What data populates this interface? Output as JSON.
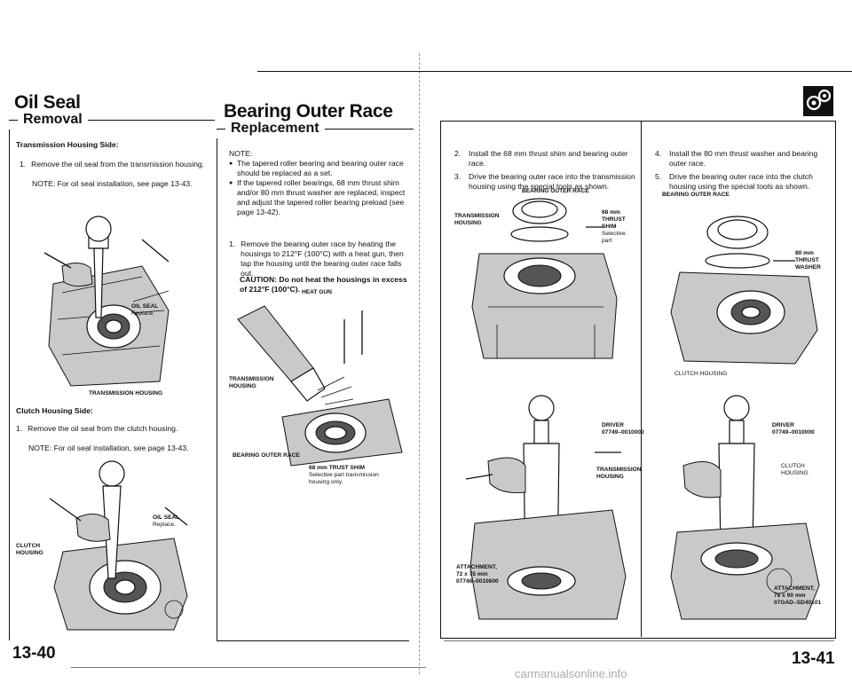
{
  "left_page": {
    "title": "Oil Seal",
    "section": "Removal",
    "tm_side_heading": "Transmission Housing Side:",
    "tm_step": "1.",
    "tm_step_text": "Remove the oil seal from the transmission housing.",
    "tm_note": "NOTE:  For oil seal installation, see page 13-43.",
    "fig1_label_title": "OIL SEAL",
    "fig1_label_sub": "Replace.",
    "fig1_caption": "TRANSMISSION HOUSING",
    "clutch_side_heading": "Clutch Housing Side:",
    "clutch_step": "1.",
    "clutch_step_text": "Remove the oil seal from the clutch housing.",
    "clutch_note": "NOTE:  For oil seal installation, see page 13-43.",
    "fig2_label_title": "OIL SEAL",
    "fig2_label_sub": "Replace.",
    "fig2_clutch_label": "CLUTCH\nHOUSING",
    "page_number": "13-40"
  },
  "mid_page": {
    "title": "Bearing Outer Race",
    "section": "Replacement",
    "note_head": "NOTE:",
    "note_items": [
      "The tapered roller bearing and bearing outer race should be replaced as a set.",
      "If the tapered roller bearings, 68 mm thrust shim and/or 80 mm thrust washer are replaced, inspect and adjust the tapered roller bearing preload (see page 13-42)."
    ],
    "step": "1.",
    "step_text": "Remove the bearing outer race by heating the housings to 212°F (100°C) with a heat gun, then tap the housing until the bearing outer race falls out.",
    "caution": "CAUTION:  Do not heat the housings in excess of 212°F (100°C).",
    "fig_heat_gun": "HEAT GUN",
    "fig_tm_housing": "TRANSMISSION\nHOUSING",
    "fig_bearing_race": "BEARING OUTER RACE",
    "fig_shim_title": "68 mm TRUST SHIM",
    "fig_shim_sub": "Selective part transmission\nhousing only."
  },
  "right_page": {
    "steps_a": [
      {
        "n": "2.",
        "text": "Install the 68 mm thrust shim and bearing outer race."
      },
      {
        "n": "3.",
        "text": "Drive the bearing outer race into the transmission housing using the special tools as shown."
      }
    ],
    "figA_race": "BEARING OUTER RACE",
    "figA_housing": "TRANSMISSION\nHOUSING",
    "figA_shim": "68 mm\nTHRUST\nSHIM",
    "figA_shim_sub": "Selective\npart",
    "figB_driver": "DRIVER\n07749–0010000",
    "figB_housing": "TRANSMISSION\nHOUSING",
    "figB_attach": "ATTACHMENT,\n72 x 75 mm\n07746–0010600",
    "steps_b": [
      {
        "n": "4.",
        "text": "Install the 80 mm thrust washer and bearing outer race."
      },
      {
        "n": "5.",
        "text": "Drive the bearing outer race into the clutch housing using the special tools as shown."
      }
    ],
    "figC_race": "BEARING OUTER RACE",
    "figC_washer": "80 mm\nTHRUST\nWASHER",
    "figC_caption": "CLUTCH HOUSING",
    "figD_driver": "DRIVER\n07749–0010000",
    "figD_clutch": "CLUTCH\nHOUSING",
    "figD_attach": "ATTACHMENT,\n78 x 90 mm\n07GAD–SD40101",
    "page_number": "13-41",
    "watermark": "carmanualsonline.info"
  }
}
